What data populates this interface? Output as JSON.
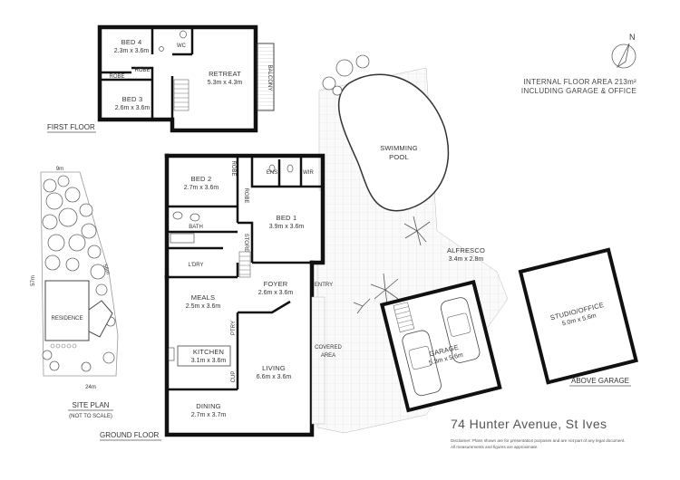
{
  "header": {
    "floor_area_line1": "INTERNAL FLOOR AREA 213m²",
    "floor_area_line2": "INCLUDING GARAGE & OFFICE",
    "north": "N"
  },
  "first_floor": {
    "title": "FIRST FLOOR",
    "rooms": {
      "bed4": {
        "name": "BED 4",
        "dim": "2.3m x 3.6m"
      },
      "bed3": {
        "name": "BED 3",
        "dim": "2.6m x 3.6m"
      },
      "retreat": {
        "name": "RETREAT",
        "dim": "5.3m x 4.3m"
      },
      "wc": "WC",
      "robe1": "ROBE",
      "robe2": "ROBE",
      "balcony": "BALCONY"
    }
  },
  "ground_floor": {
    "title": "GROUND FLOOR",
    "rooms": {
      "bed2": {
        "name": "BED 2",
        "dim": "2.7m x 3.6m"
      },
      "bed1": {
        "name": "BED 1",
        "dim": "3.9m x 3.6m"
      },
      "robe_a": "ROBE",
      "robe_b": "ROBE",
      "ens": "ENS",
      "wir": "WIR",
      "bath": "BATH",
      "ldry": "L'DRY",
      "store": "STORE",
      "foyer": {
        "name": "FOYER",
        "dim": "2.6m x 3.6m"
      },
      "entry": "ENTRY",
      "meals": {
        "name": "MEALS",
        "dim": "2.5m x 3.6m"
      },
      "kitchen": {
        "name": "KITCHEN",
        "dim": "3.1m x 3.6m"
      },
      "living": {
        "name": "LIVING",
        "dim": "6.6m x 3.6m"
      },
      "dining": {
        "name": "DINING",
        "dim": "2.7m x 3.7m"
      },
      "covered_area": {
        "line1": "COVERED",
        "line2": "AREA"
      },
      "ptry": "PTRY",
      "cup": "CUP"
    }
  },
  "outdoor": {
    "pool": {
      "line1": "SWIMMING",
      "line2": "POOL"
    },
    "alfresco": {
      "name": "ALFRESCO",
      "dim": "3.4m x 2.8m"
    },
    "garage": {
      "name": "GARAGE",
      "dim": "5.3m x 5.6m"
    }
  },
  "above_garage": {
    "title": "ABOVE GARAGE",
    "studio": {
      "name": "STUDIO/OFFICE",
      "dim": "5.0m x 5.6m"
    }
  },
  "site_plan": {
    "title": "SITE PLAN",
    "subtitle": "(NOT TO SCALE)",
    "residence": "RESIDENCE",
    "dims": {
      "top": "9m",
      "left": "57m",
      "right": "56m",
      "bottom": "24m"
    }
  },
  "address": "74 Hunter Avenue, St Ives",
  "disclaimer": {
    "line1": "Disclaimer: Plans shown are for presentation purposes and are not part of any legal document.",
    "line2": "All measurements and figures are approximate."
  }
}
